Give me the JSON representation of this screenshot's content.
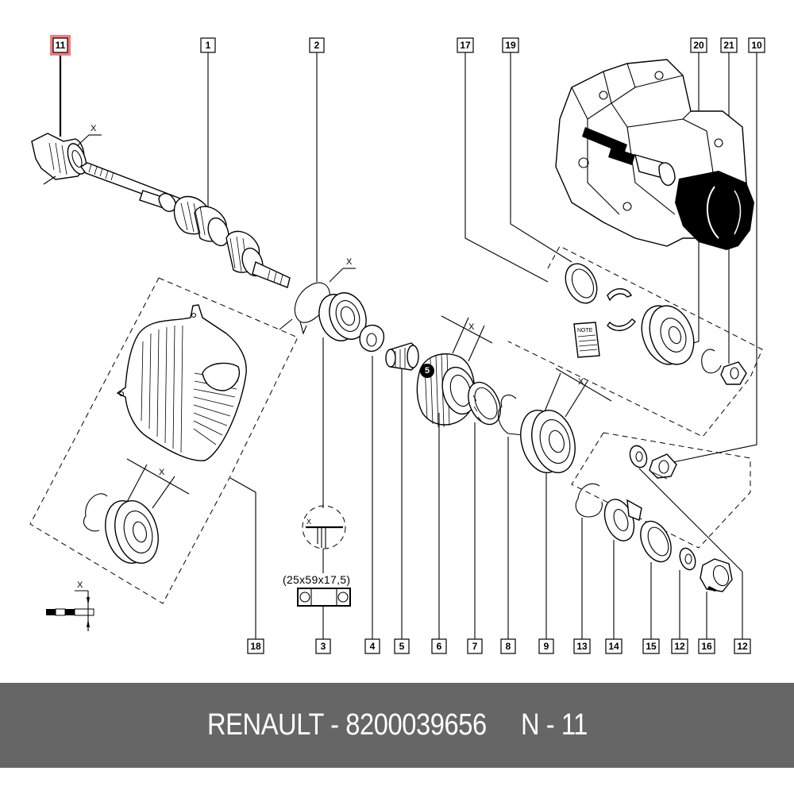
{
  "diagram": {
    "title": "Gearbox primary shaft exploded view",
    "highlighted_callout": "11",
    "highlight_color": "#f47c7c",
    "dimension_marker": "X",
    "bearing_dimensions": "(25x59x17,5)",
    "note_label": "NOTE",
    "badge_number": "5",
    "callouts_top": [
      {
        "id": "11",
        "label": "11",
        "highlighted": true
      },
      {
        "id": "1",
        "label": "1"
      },
      {
        "id": "2",
        "label": "2"
      },
      {
        "id": "17",
        "label": "17"
      },
      {
        "id": "19",
        "label": "19"
      },
      {
        "id": "20",
        "label": "20"
      },
      {
        "id": "21",
        "label": "21"
      },
      {
        "id": "10",
        "label": "10"
      }
    ],
    "callouts_bottom": [
      {
        "id": "18",
        "label": "18"
      },
      {
        "id": "3",
        "label": "3"
      },
      {
        "id": "4",
        "label": "4"
      },
      {
        "id": "5",
        "label": "5"
      },
      {
        "id": "6",
        "label": "6"
      },
      {
        "id": "7",
        "label": "7"
      },
      {
        "id": "8",
        "label": "8"
      },
      {
        "id": "9",
        "label": "9"
      },
      {
        "id": "13",
        "label": "13"
      },
      {
        "id": "14",
        "label": "14"
      },
      {
        "id": "15",
        "label": "15"
      },
      {
        "id": "12a",
        "label": "12"
      },
      {
        "id": "16",
        "label": "16"
      },
      {
        "id": "12b",
        "label": "12"
      }
    ]
  },
  "footer": {
    "brand": "RENAULT",
    "part_number": "8200039656",
    "position": "N - 11",
    "text": "RENAULT - 8200039656     N - 11"
  }
}
